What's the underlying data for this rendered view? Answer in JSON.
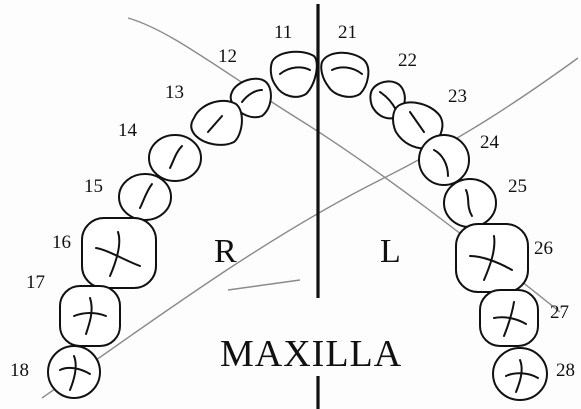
{
  "diagram": {
    "title": "MAXILLA",
    "right_label": "R",
    "left_label": "L",
    "teeth": [
      {
        "number": "11",
        "groove": "arc"
      },
      {
        "number": "12",
        "groove": "arc"
      },
      {
        "number": "13",
        "groove": "arc"
      },
      {
        "number": "14",
        "groove": "arc"
      },
      {
        "number": "15",
        "groove": "arc"
      },
      {
        "number": "16",
        "groove": "cross"
      },
      {
        "number": "17",
        "groove": "cross"
      },
      {
        "number": "18",
        "groove": "cross"
      },
      {
        "number": "21",
        "groove": "arc"
      },
      {
        "number": "22",
        "groove": "arc"
      },
      {
        "number": "23",
        "groove": "arc"
      },
      {
        "number": "24",
        "groove": "arc"
      },
      {
        "number": "25",
        "groove": "arc"
      },
      {
        "number": "26",
        "groove": "cross"
      },
      {
        "number": "27",
        "groove": "cross"
      },
      {
        "number": "28",
        "groove": "cross"
      }
    ]
  },
  "colors": {
    "ink": "#111111",
    "paper": "#fdfdfd",
    "pencil": "#8a8a8a"
  }
}
